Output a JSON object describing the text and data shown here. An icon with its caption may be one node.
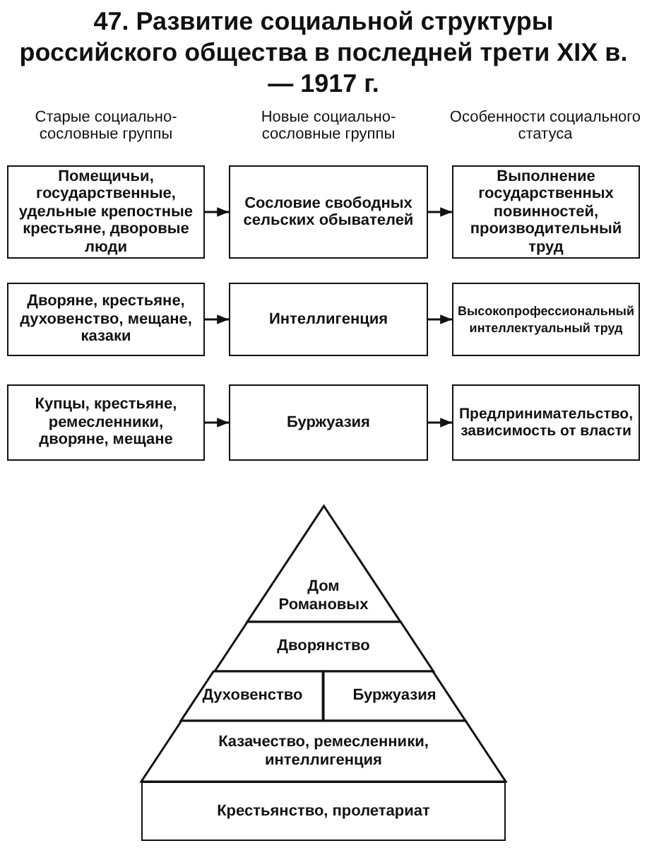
{
  "diagram": {
    "title": "47. Развитие социальной структуры российского общества в последней трети XIX в. — 1917 г.",
    "nodes": [
      {
        "text": [
          "Помещичьи, государственные, удельные крепостные крестьяне, дворовые люди"
        ]
      },
      {
        "text": [
          "Сословие свободных сельских обывателей"
        ]
      },
      {
        "text": [
          "Выполнение государственных повинностей, производительный труд"
        ]
      },
      {
        "text": [
          "Дворяне, крестьяне, духовенство, мещане, казаки"
        ]
      },
      {
        "text": [
          "Интеллигенция"
        ]
      },
      {
        "text": [
          "Высокопрофессиональный интеллектуальный труд"
        ]
      },
      {
        "text": [
          "Купцы, крестьяне, ремесленники, дворяне, мещане"
        ]
      },
      {
        "text": [
          "Буржуазия"
        ]
      },
      {
        "text": [
          "Предлринимательство, зависимость от власти"
        ]
      },
      {
        "text": [
          "Дом Романовых"
        ]
      },
      {
        "text": [
          "Дворянство"
        ]
      },
      {
        "text": [
          "Духовенство"
        ]
      },
      {
        "text": [
          "Буржуазия"
        ]
      },
      {
        "text": [
          "Казачество, ремесленники, интеллигенция"
        ]
      },
      {
        "text": [
          "Крестьянство, пролетариат"
        ]
      }
    ],
    "edges": [
      {
        "from": 0,
        "to": 1,
        "arrow": "to"
      },
      {
        "from": 1,
        "to": 2,
        "arrow": "to"
      },
      {
        "from": 3,
        "to": 4,
        "arrow": "to"
      },
      {
        "from": 4,
        "to": 5,
        "arrow": "to"
      },
      {
        "from": 6,
        "to": 7,
        "arrow": "to"
      },
      {
        "from": 7,
        "to": 8,
        "arrow": "to"
      }
    ],
    "labels": [
      "Старые социально-сословные группы",
      "Новые социально-сословные группы",
      "Особенности социального статуса"
    ]
  }
}
